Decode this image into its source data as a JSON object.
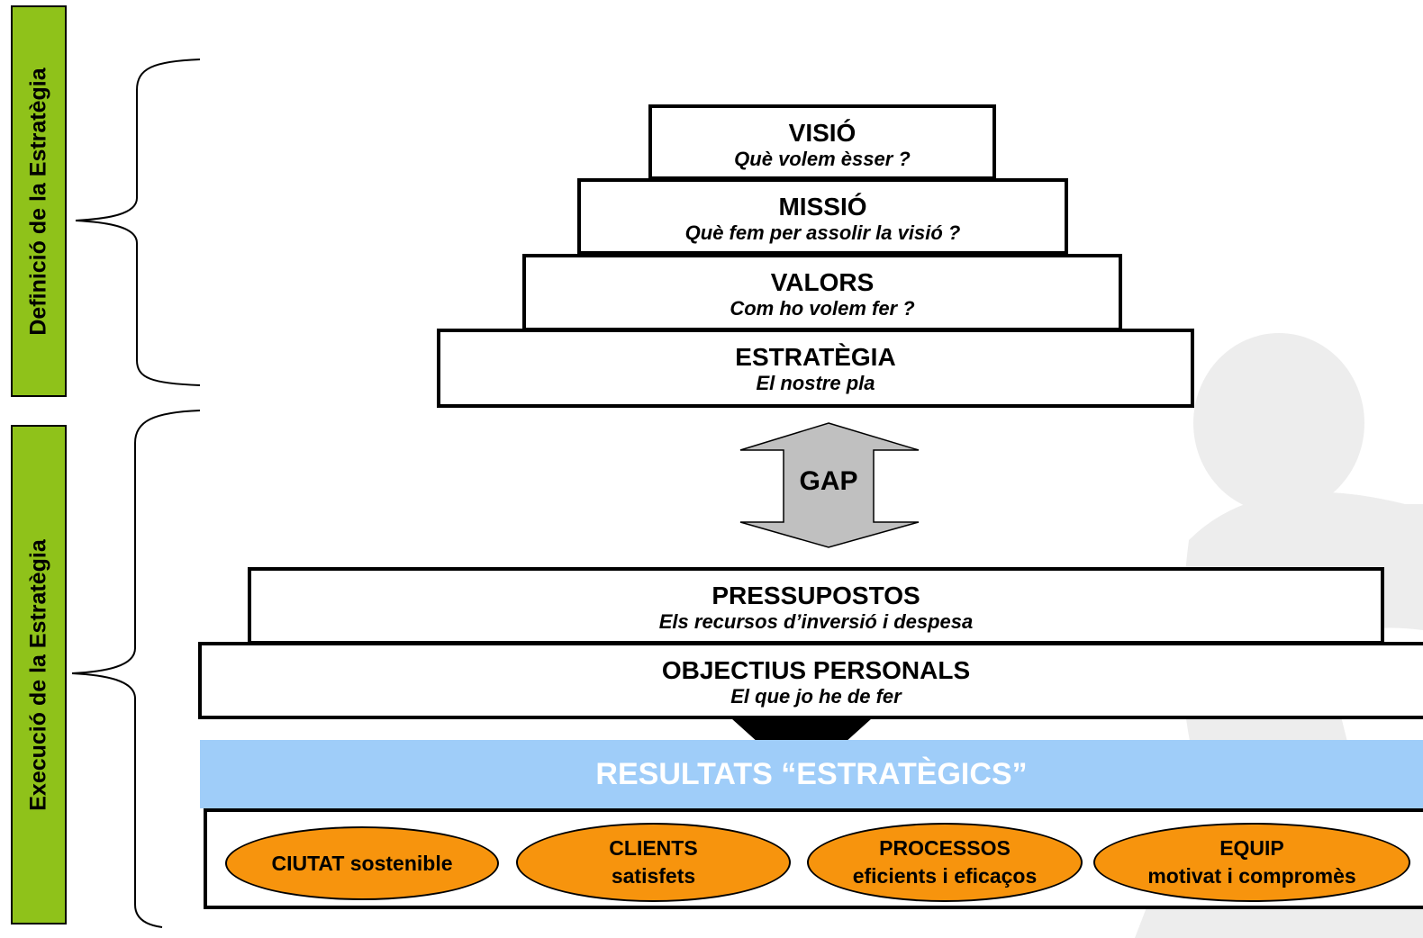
{
  "side_labels": {
    "definition": "Definició de la Estratègia",
    "execution": "Execució de la Estratègia"
  },
  "strategy_pyramid": [
    {
      "title": "VISIÓ",
      "subtitle": "Què volem èsser ?"
    },
    {
      "title": "MISSIÓ",
      "subtitle": "Què fem per assolir la visió ?"
    },
    {
      "title": "VALORS",
      "subtitle": "Com ho volem fer ?"
    },
    {
      "title": "ESTRATÈGIA",
      "subtitle": "El nostre pla"
    }
  ],
  "gap": "GAP",
  "execution_pyramid": [
    {
      "title": "PRESSUPOSTOS",
      "subtitle": "Els recursos d’inversió i despesa"
    },
    {
      "title": "OBJECTIUS PERSONALS",
      "subtitle": "El que jo he de fer"
    }
  ],
  "results": {
    "title": "RESULTATS “ESTRATÈGICS”",
    "items": [
      {
        "line1": "CIUTAT sostenible",
        "line2": ""
      },
      {
        "line1": "CLIENTS",
        "line2": "satisfets"
      },
      {
        "line1": "PROCESSOS",
        "line2": "eficients i eficaços"
      },
      {
        "line1": "EQUIP",
        "line2": "motivat i compromès"
      }
    ]
  },
  "colors": {
    "label_green": "#8fc21a",
    "results_band": "#9fcdf9",
    "oval_orange": "#f7940d",
    "arrow_gray": "#c0c0c0",
    "watermark_gray": "#ededed"
  }
}
